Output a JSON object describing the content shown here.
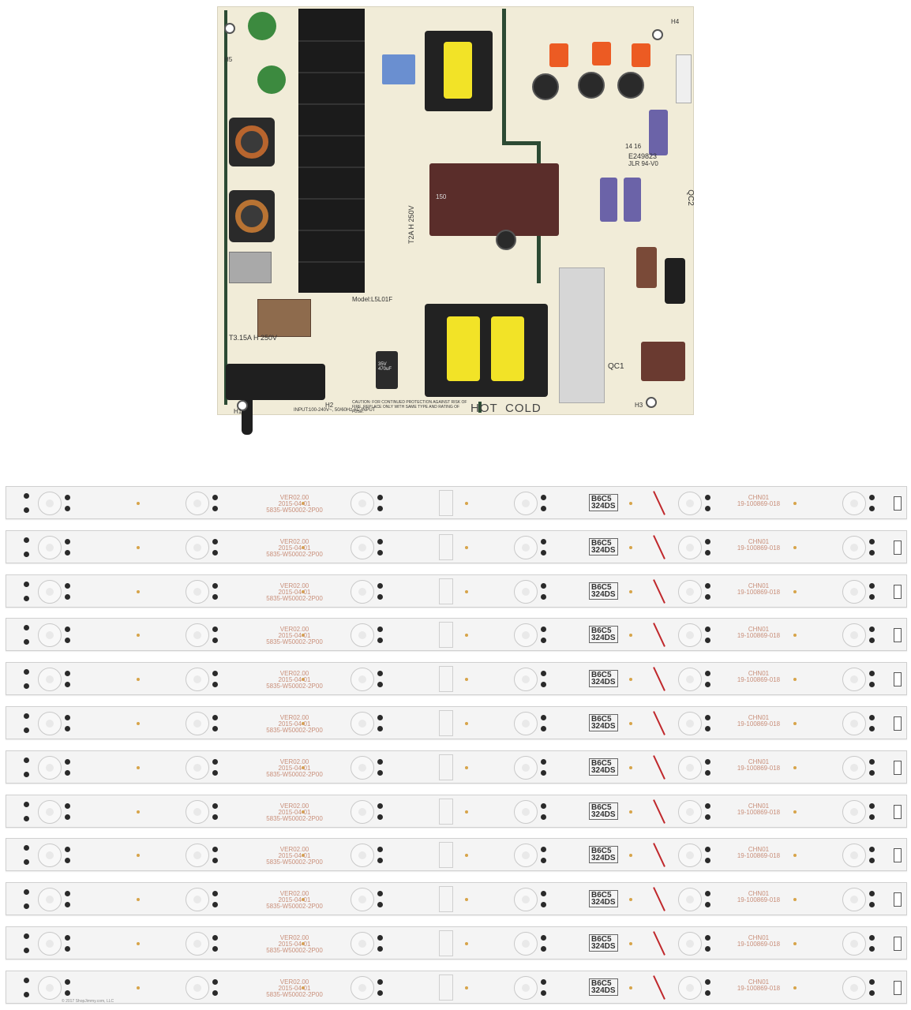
{
  "board": {
    "model_label": "Model:L5L01F",
    "hot_label": "HOT",
    "cold_label": "COLD",
    "fuse_label_1": "T3.15A H 250V",
    "fuse_label_2": "T2A H 250V",
    "ac_input_label": "INPUT:100-240V~, 50/60Hz AC INPUT",
    "cert_number": "E249823",
    "cert_code": "JLR 94-V0",
    "date_code": "14 16",
    "qc1": "QC1",
    "qc2": "QC2",
    "h1": "H1",
    "h2": "H2",
    "h3": "H3",
    "h4": "H4",
    "h5": "H5",
    "caution_text": "CAUTION: FOR CONTINUED PROTECTION AGAINST RISK OF FIRE, REPLACE ONLY WITH SAME TYPE AND RATING OF FUSE.",
    "cap_label_1": "35V 470uF",
    "cap_label_2": "150"
  },
  "strips": {
    "count": 12,
    "ver_line": "VER02.00",
    "date_line": "2015-04-01",
    "part_line": "5835-W50002-2P00",
    "code_line_1": "B6C5",
    "code_line_2": "324DS",
    "right_label_1": "19-100869-018",
    "right_label_2": "CHN01"
  },
  "copyright": "© 2017 ShopJimmy.com, LLC"
}
